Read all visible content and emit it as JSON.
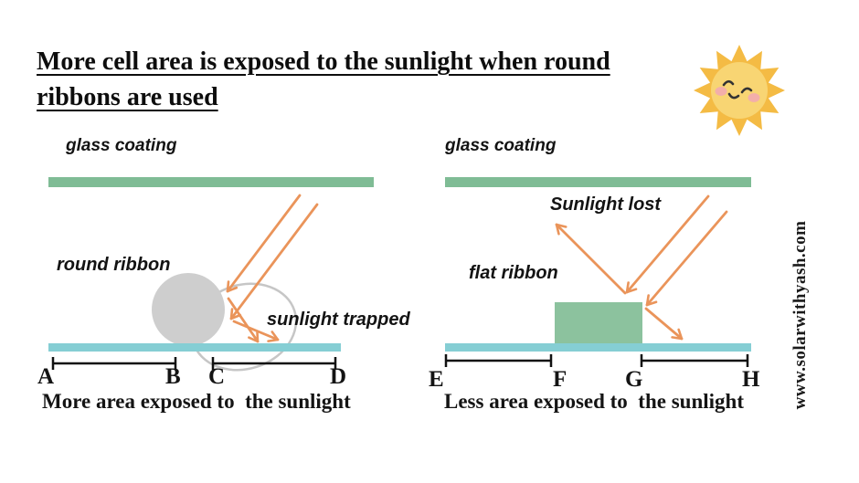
{
  "title": {
    "line1": "More cell area is exposed to the sunlight when round",
    "line2": "ribbons are used"
  },
  "watermark": "www.solarwithyash.com",
  "colors": {
    "glass_coating_green": "#7fbc95",
    "flat_ribbon_green": "#8cc29e",
    "cell_teal": "#85ced4",
    "ray_orange": "#EA945A",
    "round_ribbon_gray": "#cecece",
    "reflection_ellipse_gray": "#c6c6c6",
    "sun_ray_gold": "#F4BB44",
    "sun_core_yellow": "#F8D573",
    "sun_blush_pink": "#F2A8B4",
    "text_black": "#141414"
  },
  "left_panel": {
    "glass_coating_label": "glass coating",
    "ribbon_label": "round ribbon",
    "trapped_label": "sunlight trapped",
    "markers": [
      "A",
      "B",
      "C",
      "D"
    ],
    "caption": "More area exposed to  the sunlight"
  },
  "right_panel": {
    "glass_coating_label": "glass coating",
    "ribbon_label": "flat ribbon",
    "lost_label": "Sunlight lost",
    "markers": [
      "E",
      "F",
      "G",
      "H"
    ],
    "caption": "Less area exposed to  the sunlight"
  }
}
